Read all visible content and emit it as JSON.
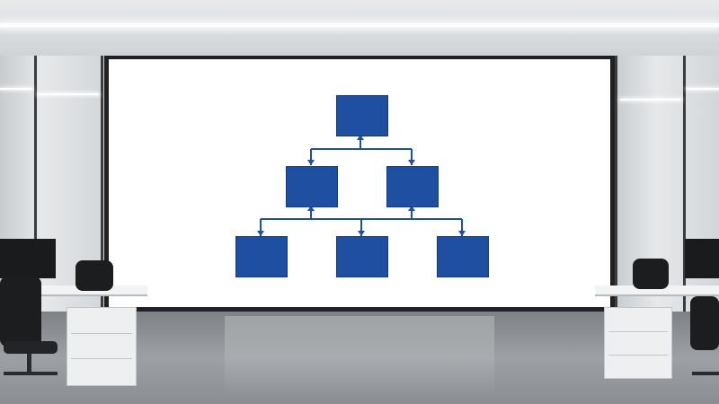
{
  "scene": {
    "description_type": "office-wall-display",
    "screen_content": "org-chart-diagram",
    "colors": {
      "diagram_box": "#1f4fa0",
      "diagram_line": "#1f4fa0",
      "screen_background": "#ffffff",
      "frame": "#1f2124"
    },
    "diagram": {
      "levels": 3,
      "boxes_per_level": [
        1,
        2,
        3
      ]
    }
  }
}
